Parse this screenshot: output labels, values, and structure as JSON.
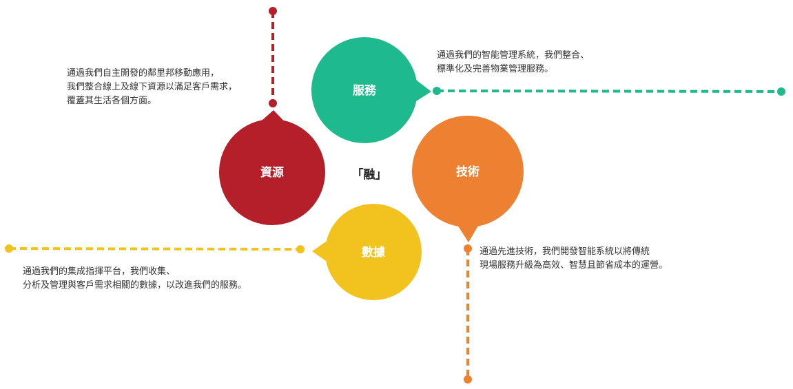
{
  "colors": {
    "resources": "#B51F2A",
    "services": "#1FB98E",
    "technology": "#EE8032",
    "data": "#F2C31E"
  },
  "center_label": "「融」",
  "bubbles": {
    "resources": "資源",
    "services": "服務",
    "technology": "技術",
    "data": "數據"
  },
  "descriptions": {
    "resources": [
      "通過我們自主開發的鄰里邦移動應用，",
      "我們整合線上及線下資源以滿足客戶需求，",
      "覆蓋其生活各個方面。"
    ],
    "services": [
      "通過我們的智能管理系統，我們整合、",
      "標準化及完善物業管理服務。"
    ],
    "technology": [
      "通過先進技術，我們開發智能系統以將傳統",
      "現場服務升級為高效、智慧且節省成本的運營。"
    ],
    "data": [
      "通過我們的集成指揮平台，我們收集、",
      "分析及管理與客戶需求相關的數據，以改進我們的服務。"
    ]
  }
}
